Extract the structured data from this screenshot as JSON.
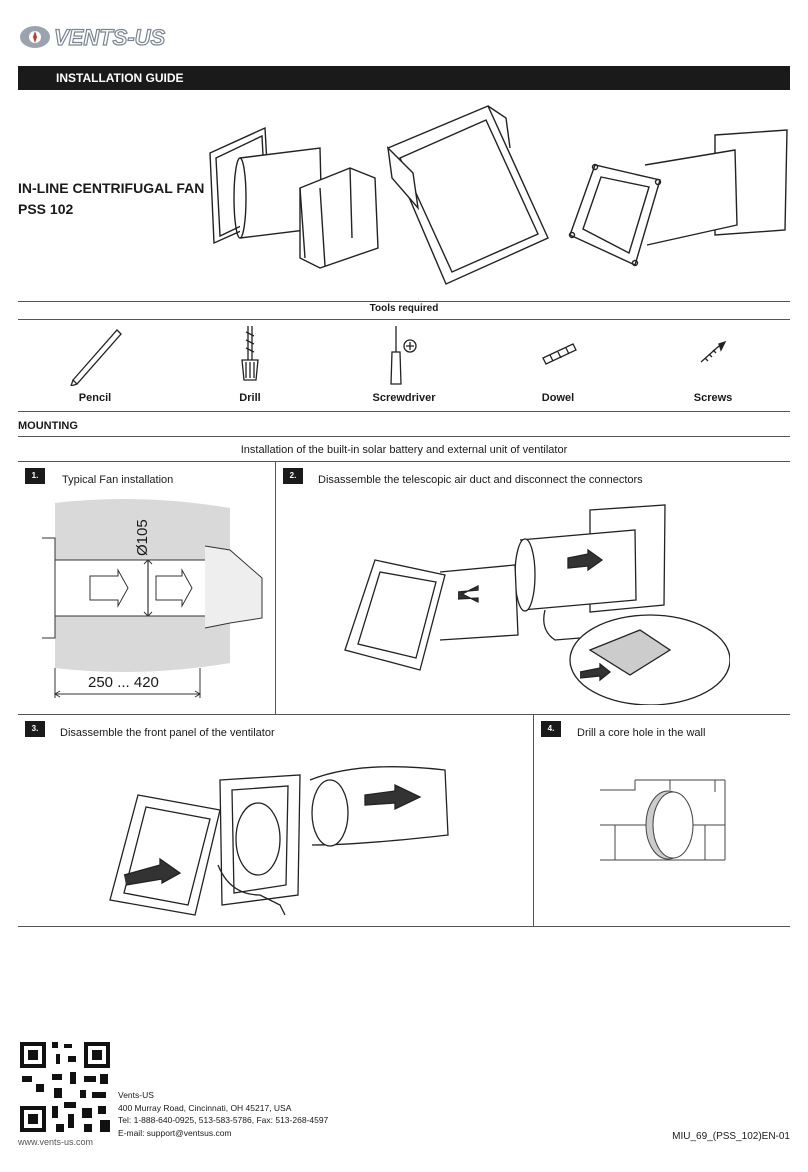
{
  "header": {
    "brand": "VENTS-US",
    "banner": "INSTALLATION GUIDE"
  },
  "product": {
    "line1": "IN-LINE CENTRIFUGAL FAN",
    "line2": "PSS 102"
  },
  "tools": {
    "title": "Tools required",
    "items": [
      {
        "label": "Pencil",
        "icon": "pencil-icon"
      },
      {
        "label": "Drill",
        "icon": "drill-icon"
      },
      {
        "label": "Screwdriver",
        "icon": "screwdriver-icon"
      },
      {
        "label": "Dowel",
        "icon": "dowel-icon"
      },
      {
        "label": "Screws",
        "icon": "screw-icon"
      }
    ]
  },
  "mounting": {
    "title": "MOUNTING",
    "subtitle": "Installation of the built-in solar battery and external unit of ventilator",
    "steps": [
      {
        "num": "1.",
        "text": "Typical Fan installation",
        "diameter": "Ø105",
        "length": "250 ... 420"
      },
      {
        "num": "2.",
        "text": "Disassemble the telescopic air duct and disconnect the connectors"
      },
      {
        "num": "3.",
        "text": "Disassemble the front panel of the ventilator"
      },
      {
        "num": "4.",
        "text": "Drill a core hole in the wall"
      }
    ]
  },
  "footer": {
    "website": "www.vents-us.com",
    "company": "Vents-US",
    "address": "400 Murray Road, Cincinnati, OH 45217, USA",
    "phone": "Tel: 1-888-640-0925, 513-583-5786, Fax: 513-268-4597",
    "email": "E-mail: support@ventsus.com",
    "doc_code": "MIU_69_(PSS_102)EN-01"
  }
}
